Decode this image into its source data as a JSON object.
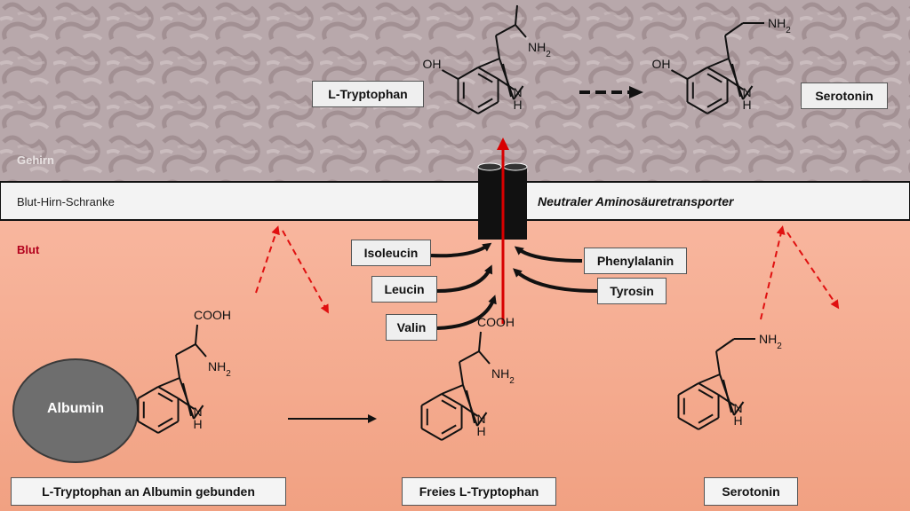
{
  "zones": {
    "brain": "Gehirn",
    "barrier": "Blut-Hirn-Schranke",
    "blood": "Blut",
    "transporter": "Neutraler Aminosäuretransporter"
  },
  "brain_labels": {
    "tryptophan": "L-Tryptophan",
    "serotonin": "Serotonin"
  },
  "competitors_left": [
    "Isoleucin",
    "Leucin",
    "Valin"
  ],
  "competitors_right": [
    "Phenylalanin",
    "Tyrosin"
  ],
  "albumin": "Albumin",
  "captions": {
    "bound": "L-Tryptophan an Albumin gebunden",
    "free": "Freies L-Tryptophan",
    "serotonin": "Serotonin"
  },
  "chem": {
    "cooh": "COOH",
    "nh2": "NH",
    "sub2": "2",
    "oh": "OH",
    "nh_n": "N",
    "nh_h": "H"
  },
  "colors": {
    "blood_top": "#f8b49b",
    "blood_bottom": "#f39f82",
    "blood_label": "#b2001c",
    "brain_base": "#b4a3a6",
    "barrier": "#f3f3f3",
    "transport_arrow": "#d80000",
    "dashed": "#e01010"
  }
}
